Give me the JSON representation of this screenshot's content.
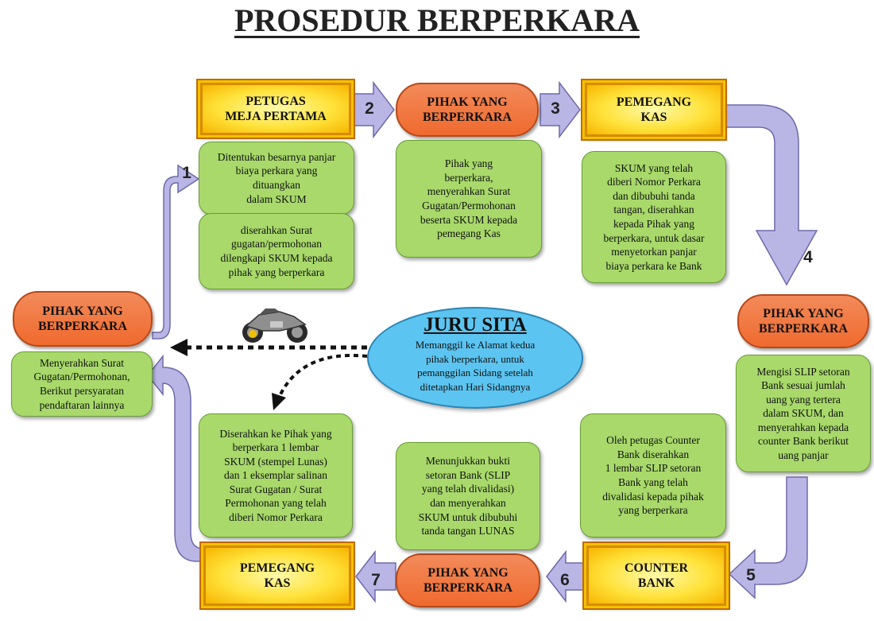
{
  "title": "PROSEDUR BERPERKARA",
  "nodes": {
    "petugas_meja_pertama": "PETUGAS\nMEJA  PERTAMA",
    "pihak_top": "PIHAK YANG\nBERPERKARA",
    "pemegang_kas_top": "PEMEGANG\nKAS",
    "pihak_right": "PIHAK YANG\nBERPERKARA",
    "counter_bank": "COUNTER\nBANK",
    "pihak_bottom": "PIHAK YANG\nBERPERKARA",
    "pemegang_kas_bottom": "PEMEGANG\nKAS",
    "pihak_left": "PIHAK YANG\nBERPERKARA"
  },
  "notes": {
    "meja_pertama_1": "Ditentukan besarnya panjar\nbiaya perkara yang\ndituangkan\ndalam SKUM",
    "meja_pertama_2": "diserahkan Surat\ngugatan/permohonan\ndilengkapi SKUM kepada\npihak yang berperkara",
    "pihak_top": "Pihak yang\nberperkara,\nmenyerahkan Surat\nGugatan/Permohonan\nbeserta SKUM kepada\npemegang Kas",
    "pemegang_kas_top": "SKUM yang telah\ndiberi Nomor Perkara\ndan dibubuhi tanda\ntangan, diserahkan\nkepada Pihak yang\nberperkara, untuk dasar\nmenyetorkan panjar\nbiaya perkara ke Bank",
    "pihak_right": "Mengisi SLIP setoran\nBank sesuai jumlah\nuang yang tertera\ndalam SKUM, dan\nmenyerahkan kepada\ncounter Bank berikut\nuang panjar",
    "counter_bank": "Oleh petugas Counter\nBank diserahkan\n1 lembar SLIP setoran\nBank yang telah\ndivalidasi kepada pihak\nyang berperkara",
    "pihak_bottom": "Menunjukkan bukti\nsetoran Bank (SLIP\nyang telah divalidasi)\ndan menyerahkan\nSKUM untuk dibubuhi\ntanda tangan LUNAS",
    "pemegang_kas_bottom": "Diserahkan ke Pihak yang\nberperkara 1 lembar\nSKUM (stempel Lunas)\ndan 1 eksemplar salinan\nSurat  Gugatan / Surat\nPermohonan yang telah\ndiberi Nomor Perkara",
    "pihak_left": "Menyerahkan Surat\nGugatan/Permohonan,\nBerikut persyaratan\npendaftaran lainnya"
  },
  "steps": [
    "1",
    "2",
    "3",
    "4",
    "5",
    "6",
    "7"
  ],
  "juru_sita": {
    "title": "JURU SITA",
    "description": "Memanggil ke Alamat kedua\npihak berperkara, untuk\npemanggilan Sidang setelah\nditetapkan Hari Sidangnya"
  },
  "icons": {
    "motorcycle": "motorcycle-icon"
  },
  "colors": {
    "arrow_fill": "#b9b6e6",
    "arrow_stroke": "#6f6aa8",
    "yellow_box": "#ffe23a",
    "orange_box": "#ef6a2e",
    "green_box": "#a8d96a",
    "juru_sita": "#5cc4f0"
  }
}
